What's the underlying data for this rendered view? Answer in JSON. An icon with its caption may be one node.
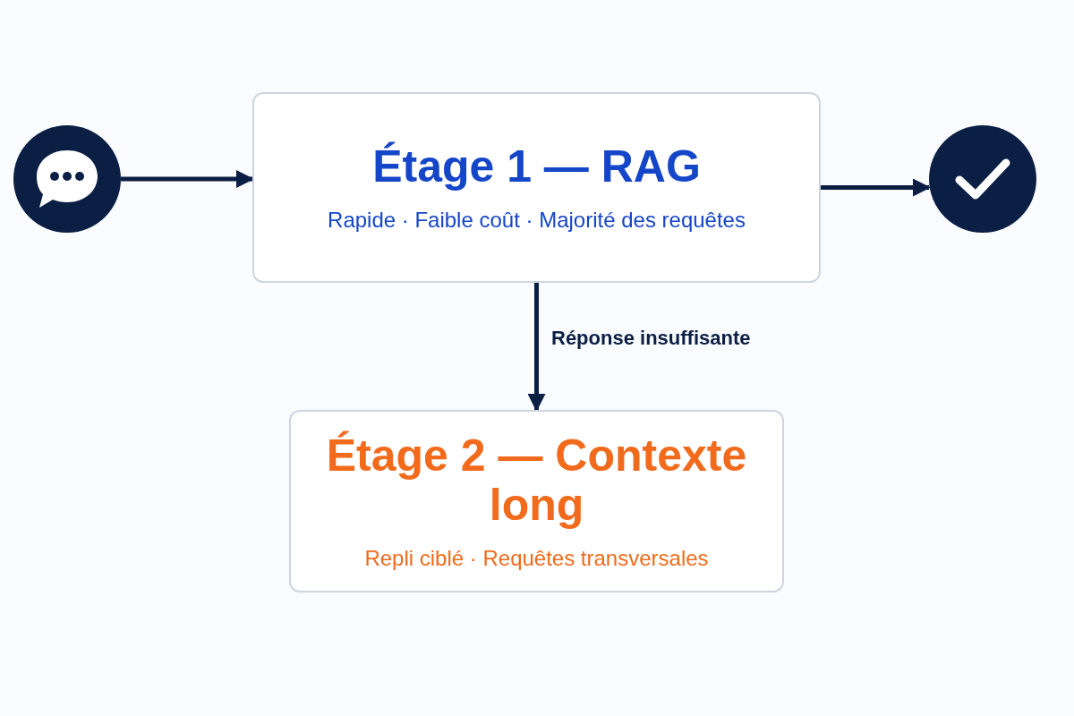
{
  "diagram": {
    "nodes": [
      {
        "text": [],
        "shape": "circle"
      },
      {
        "text": [
          "Étage 1 — RAG",
          "Rapide · Faible coût · Majorité des requêtes"
        ]
      },
      {
        "text": [],
        "shape": "circle"
      },
      {
        "text": [
          "Étage 2 — Contexte long",
          "Repli ciblé · Requêtes transversales"
        ]
      }
    ],
    "edges": [
      {
        "from": 0,
        "to": 1,
        "arrow": "to"
      },
      {
        "from": 1,
        "to": 2,
        "arrow": "to"
      },
      {
        "from": 1,
        "to": 3,
        "arrow": "to",
        "label": "Réponse insuffisante"
      }
    ]
  }
}
